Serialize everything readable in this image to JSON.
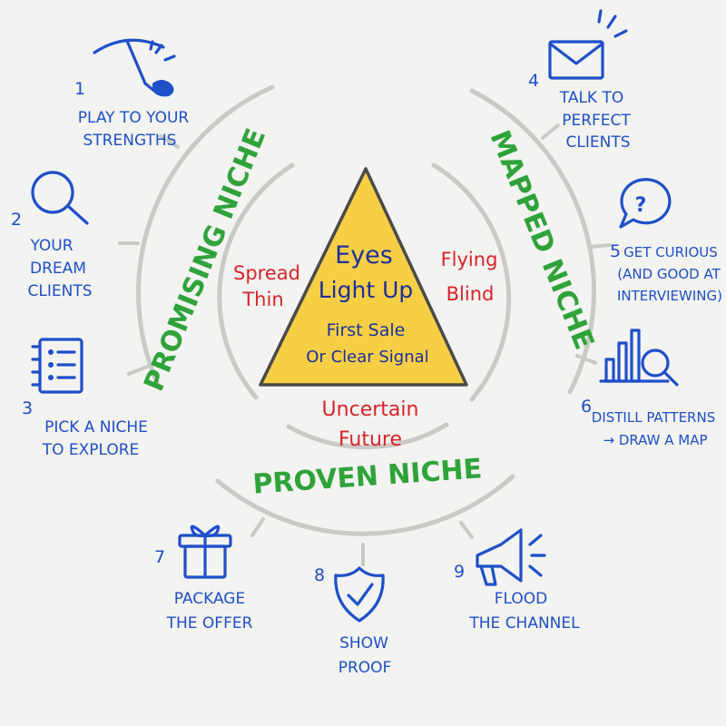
{
  "diagram": {
    "center": {
      "top": "Eyes",
      "middle": "Light Up",
      "sub1": "First Sale",
      "sub2": "Or Clear Signal"
    },
    "risks": {
      "left": [
        "Spread",
        "Thin"
      ],
      "right": [
        "Flying",
        "Blind"
      ],
      "bottom": [
        "Uncertain",
        "Future"
      ]
    },
    "stages": {
      "promising": "PROMISING NICHE",
      "mapped": "MAPPED NICHE",
      "proven": "PROVEN NICHE"
    },
    "steps": [
      {
        "num": "1",
        "lines": [
          "PLAY TO YOUR",
          "STRENGTHS"
        ],
        "icon": "pickaxe-icon"
      },
      {
        "num": "2",
        "lines": [
          "YOUR",
          "DREAM",
          "CLIENTS"
        ],
        "icon": "magnifier-icon"
      },
      {
        "num": "3",
        "lines": [
          "PICK A NICHE",
          "TO EXPLORE"
        ],
        "icon": "checklist-icon"
      },
      {
        "num": "4",
        "lines": [
          "TALK TO",
          "PERFECT",
          "CLIENTS"
        ],
        "icon": "envelope-icon"
      },
      {
        "num": "5",
        "lines": [
          "GET CURIOUS",
          "(AND GOOD AT",
          "INTERVIEWING)"
        ],
        "icon": "question-bubble-icon"
      },
      {
        "num": "6",
        "lines": [
          "DISTILL PATTERNS",
          "→ DRAW A MAP"
        ],
        "icon": "chart-magnifier-icon"
      },
      {
        "num": "7",
        "lines": [
          "PACKAGE",
          "THE OFFER"
        ],
        "icon": "gift-icon"
      },
      {
        "num": "8",
        "lines": [
          "SHOW",
          "PROOF"
        ],
        "icon": "shield-check-icon"
      },
      {
        "num": "9",
        "lines": [
          "FLOOD",
          "THE CHANNEL"
        ],
        "icon": "megaphone-icon"
      }
    ],
    "colors": {
      "steps": "#1f4fc9",
      "stages": "#2fa33a",
      "risks": "#d8232a",
      "triangle": "#f7cf45"
    }
  }
}
